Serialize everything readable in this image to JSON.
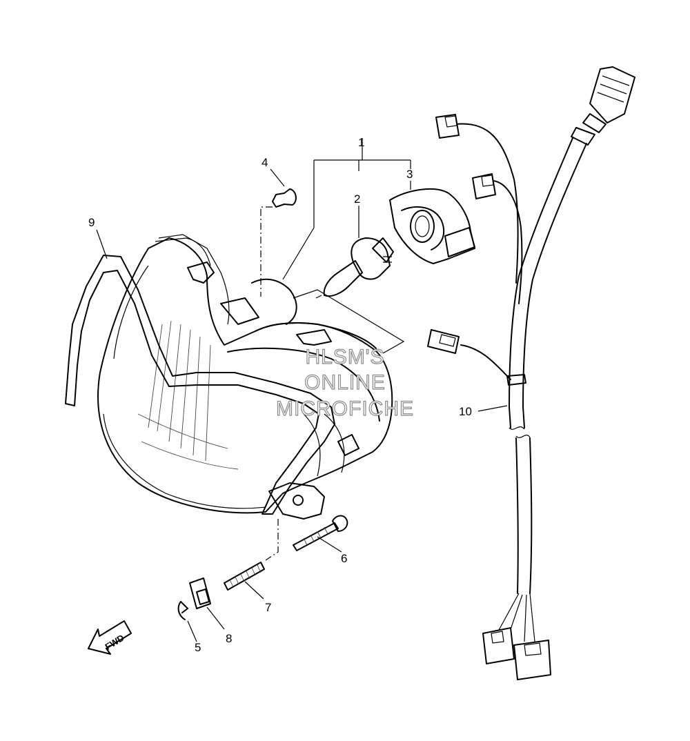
{
  "diagram": {
    "callouts": [
      {
        "id": "1",
        "text": "1"
      },
      {
        "id": "2",
        "text": "2"
      },
      {
        "id": "3",
        "text": "3"
      },
      {
        "id": "4",
        "text": "4"
      },
      {
        "id": "5",
        "text": "5"
      },
      {
        "id": "6",
        "text": "6"
      },
      {
        "id": "7",
        "text": "7"
      },
      {
        "id": "8",
        "text": "8"
      },
      {
        "id": "9",
        "text": "9"
      },
      {
        "id": "10",
        "text": "10"
      }
    ],
    "fwd_label": "FWD",
    "watermark": [
      "HLSM'S",
      "ONLINE",
      "MICROFICHE"
    ]
  }
}
